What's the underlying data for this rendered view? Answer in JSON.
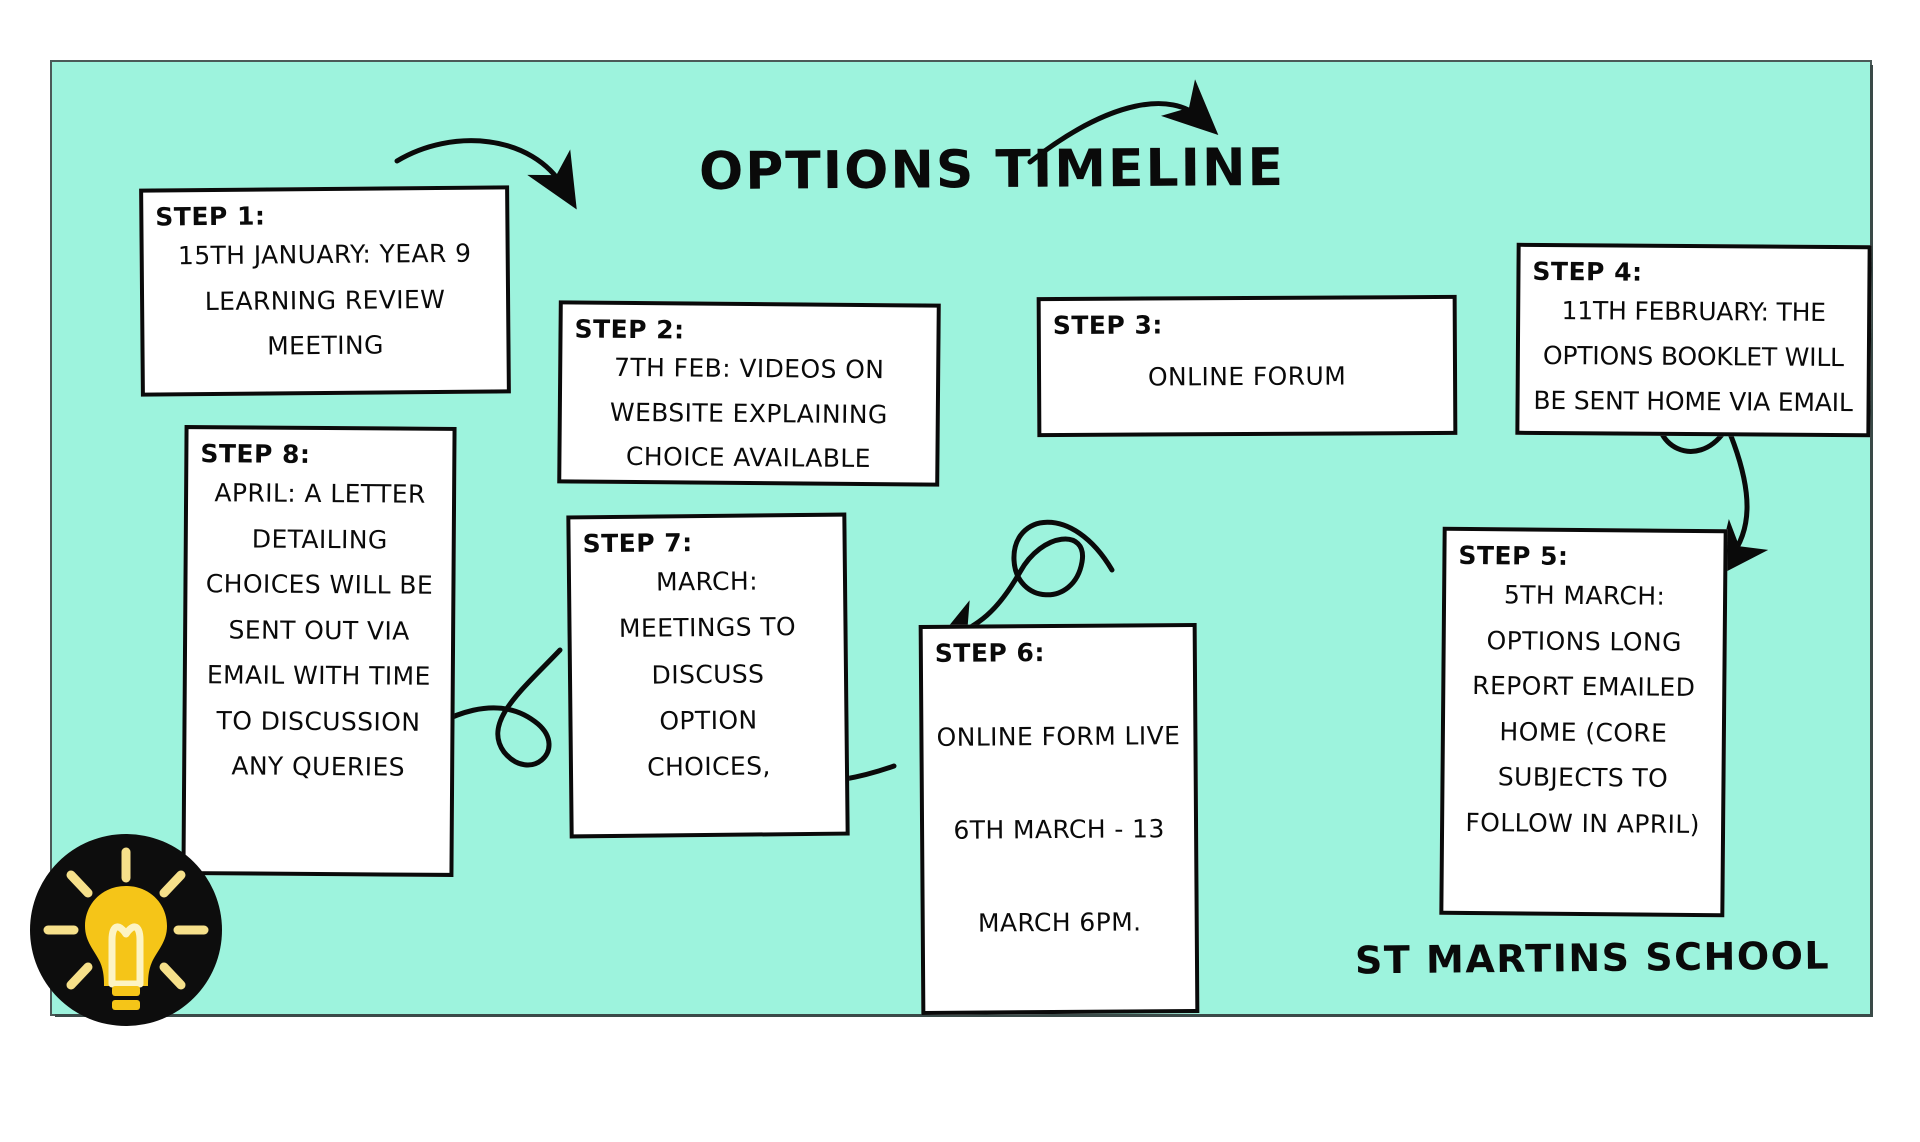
{
  "poster": {
    "title": "OPTIONS TIMELINE",
    "school_name": "ST MARTINS SCHOOL",
    "background_color": "#9df3dd",
    "box_color": "#ffffff",
    "ink_color": "#0a0a0a",
    "logo_bulb_color": "#f5c518",
    "logo_disc_color": "#0d0d0d"
  },
  "steps": [
    {
      "id": "step-1",
      "label": "STEP 1:",
      "body": "15TH JANUARY: YEAR 9 LEARNING REVIEW MEETING",
      "lines": [
        "15TH JANUARY: YEAR 9",
        "LEARNING REVIEW",
        "MEETING"
      ]
    },
    {
      "id": "step-2",
      "label": "STEP 2:",
      "body": "7TH FEB: VIDEOS ON WEBSITE EXPLAINING CHOICE AVAILABLE",
      "lines": [
        "7TH FEB: VIDEOS ON",
        "WEBSITE EXPLAINING",
        "CHOICE AVAILABLE"
      ]
    },
    {
      "id": "step-3",
      "label": "STEP 3:",
      "body": "ONLINE FORUM",
      "lines": [
        "ONLINE FORUM"
      ]
    },
    {
      "id": "step-4",
      "label": "STEP 4:",
      "body": "11TH FEBRUARY: THE OPTIONS BOOKLET WILL BE SENT HOME VIA EMAIL",
      "lines": [
        "11TH FEBRUARY: THE",
        "OPTIONS BOOKLET WILL",
        "BE SENT HOME VIA EMAIL"
      ]
    },
    {
      "id": "step-5",
      "label": "STEP 5:",
      "body": "5TH MARCH: OPTIONS LONG REPORT EMAILED HOME (CORE SUBJECTS TO FOLLOW IN APRIL)",
      "lines": [
        "5TH MARCH:",
        "OPTIONS LONG",
        "REPORT EMAILED",
        "HOME (CORE",
        "SUBJECTS TO",
        "FOLLOW IN APRIL)"
      ]
    },
    {
      "id": "step-6",
      "label": "STEP 6:",
      "body": "ONLINE FORM LIVE 6TH MARCH - 13 MARCH 6PM.",
      "lines": [
        "ONLINE FORM LIVE",
        "6TH MARCH - 13",
        "MARCH 6PM."
      ]
    },
    {
      "id": "step-7",
      "label": "STEP 7:",
      "body": "MARCH: MEETINGS TO DISCUSS OPTION CHOICES,",
      "lines": [
        "MARCH:",
        "MEETINGS TO",
        "DISCUSS",
        "OPTION",
        "CHOICES,"
      ]
    },
    {
      "id": "step-8",
      "label": "STEP 8:",
      "body": "APRIL: A LETTER DETAILING CHOICES WILL BE SENT OUT VIA EMAIL WITH TIME TO DISCUSSION ANY QUERIES",
      "lines": [
        "APRIL: A LETTER",
        "DETAILING",
        "CHOICES WILL BE",
        "SENT OUT VIA",
        "EMAIL WITH TIME",
        "TO DISCUSSION",
        "ANY QUERIES"
      ]
    }
  ],
  "connectors": [
    {
      "name": "arrow-step1-to-step2",
      "from": "step-1",
      "to": "step-2",
      "style": "curved-arrow"
    },
    {
      "name": "arrow-step2-to-step3",
      "from": "step-2",
      "to": "step-3",
      "style": "curved-arrow"
    },
    {
      "name": "arrow-step3-to-step4",
      "from": "step-3",
      "to": "step-4",
      "style": "curved-arrow"
    },
    {
      "name": "arrow-step4-to-step5",
      "from": "step-4",
      "to": "step-5",
      "style": "looped-arrow"
    },
    {
      "name": "arrow-step5-to-step6",
      "from": "step-5",
      "to": "step-6",
      "style": "looped-arrow"
    },
    {
      "name": "arrow-step6-to-step7",
      "from": "step-6",
      "to": "step-7",
      "style": "curved-arrow"
    },
    {
      "name": "arrow-step7-to-step8",
      "from": "step-7",
      "to": "step-8",
      "style": "looped-arrow"
    }
  ]
}
